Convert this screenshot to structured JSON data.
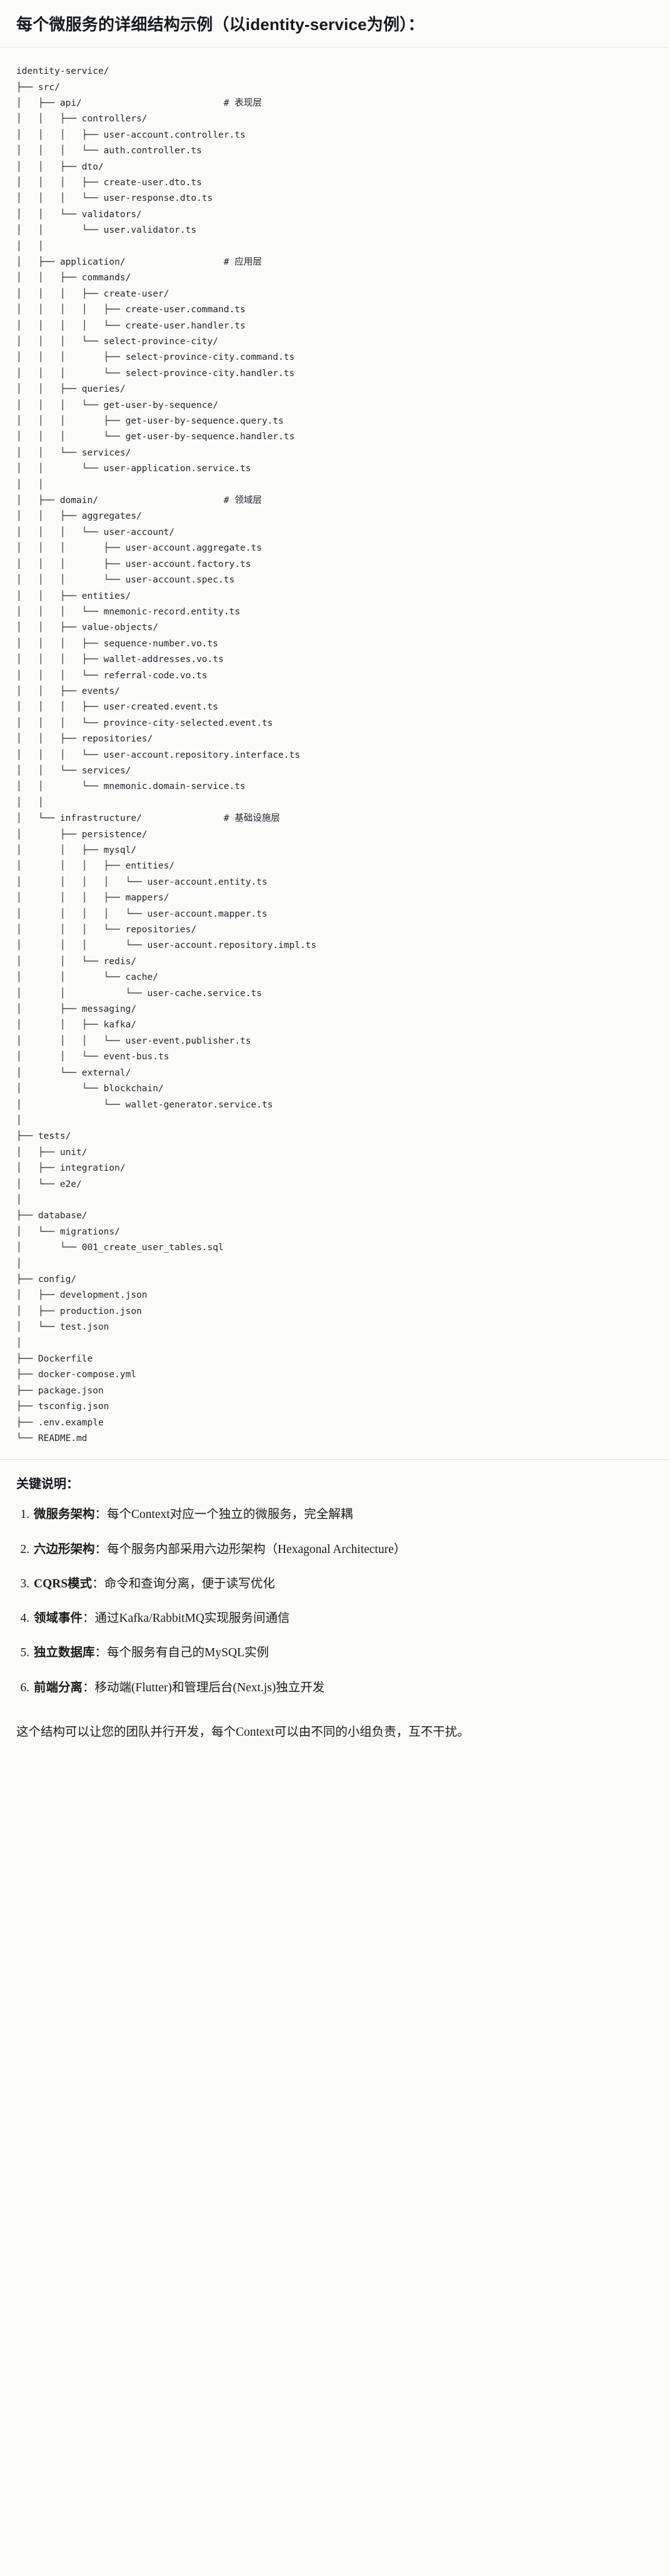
{
  "heading": "每个微服务的详细结构示例（以identity-service为例）：",
  "tree": {
    "text": "identity-service/\n├── src/\n│   ├── api/                          # 表现层\n│   │   ├── controllers/\n│   │   │   ├── user-account.controller.ts\n│   │   │   └── auth.controller.ts\n│   │   ├── dto/\n│   │   │   ├── create-user.dto.ts\n│   │   │   └── user-response.dto.ts\n│   │   └── validators/\n│   │       └── user.validator.ts\n│   │\n│   ├── application/                  # 应用层\n│   │   ├── commands/\n│   │   │   ├── create-user/\n│   │   │   │   ├── create-user.command.ts\n│   │   │   │   └── create-user.handler.ts\n│   │   │   └── select-province-city/\n│   │   │       ├── select-province-city.command.ts\n│   │   │       └── select-province-city.handler.ts\n│   │   ├── queries/\n│   │   │   └── get-user-by-sequence/\n│   │   │       ├── get-user-by-sequence.query.ts\n│   │   │       └── get-user-by-sequence.handler.ts\n│   │   └── services/\n│   │       └── user-application.service.ts\n│   │\n│   ├── domain/                       # 领域层\n│   │   ├── aggregates/\n│   │   │   └── user-account/\n│   │   │       ├── user-account.aggregate.ts\n│   │   │       ├── user-account.factory.ts\n│   │   │       └── user-account.spec.ts\n│   │   ├── entities/\n│   │   │   └── mnemonic-record.entity.ts\n│   │   ├── value-objects/\n│   │   │   ├── sequence-number.vo.ts\n│   │   │   ├── wallet-addresses.vo.ts\n│   │   │   └── referral-code.vo.ts\n│   │   ├── events/\n│   │   │   ├── user-created.event.ts\n│   │   │   └── province-city-selected.event.ts\n│   │   ├── repositories/\n│   │   │   └── user-account.repository.interface.ts\n│   │   └── services/\n│   │       └── mnemonic.domain-service.ts\n│   │\n│   └── infrastructure/               # 基础设施层\n│       ├── persistence/\n│       │   ├── mysql/\n│       │   │   ├── entities/\n│       │   │   │   └── user-account.entity.ts\n│       │   │   ├── mappers/\n│       │   │   │   └── user-account.mapper.ts\n│       │   │   └── repositories/\n│       │   │       └── user-account.repository.impl.ts\n│       │   └── redis/\n│       │       └── cache/\n│       │           └── user-cache.service.ts\n│       ├── messaging/\n│       │   ├── kafka/\n│       │   │   └── user-event.publisher.ts\n│       │   └── event-bus.ts\n│       └── external/\n│           └── blockchain/\n│               └── wallet-generator.service.ts\n│\n├── tests/\n│   ├── unit/\n│   ├── integration/\n│   └── e2e/\n│\n├── database/\n│   └── migrations/\n│       └── 001_create_user_tables.sql\n│\n├── config/\n│   ├── development.json\n│   ├── production.json\n│   └── test.json\n│\n├── Dockerfile\n├── docker-compose.yml\n├── package.json\n├── tsconfig.json\n├── .env.example\n└── README.md"
  },
  "notes": {
    "title": "关键说明：",
    "items": [
      {
        "name": "微服务架构",
        "sep": "：",
        "desc": "每个Context对应一个独立的微服务，完全解耦"
      },
      {
        "name": "六边形架构",
        "sep": "：",
        "desc": "每个服务内部采用六边形架构（Hexagonal Architecture）"
      },
      {
        "name": "CQRS模式",
        "sep": "：",
        "desc": "命令和查询分离，便于读写优化"
      },
      {
        "name": "领域事件",
        "sep": "：",
        "desc": "通过Kafka/RabbitMQ实现服务间通信"
      },
      {
        "name": "独立数据库",
        "sep": "：",
        "desc": "每个服务有自己的MySQL实例"
      },
      {
        "name": "前端分离",
        "sep": "：",
        "desc": "移动端(Flutter)和管理后台(Next.js)独立开发"
      }
    ],
    "closing": "这个结构可以让您的团队并行开发，每个Context可以由不同的小组负责，互不干扰。"
  },
  "colors": {
    "page_bg": "#fbfbf9",
    "text": "#1b1b1b",
    "code_text": "#22262b",
    "rule": "#e3e3de"
  }
}
